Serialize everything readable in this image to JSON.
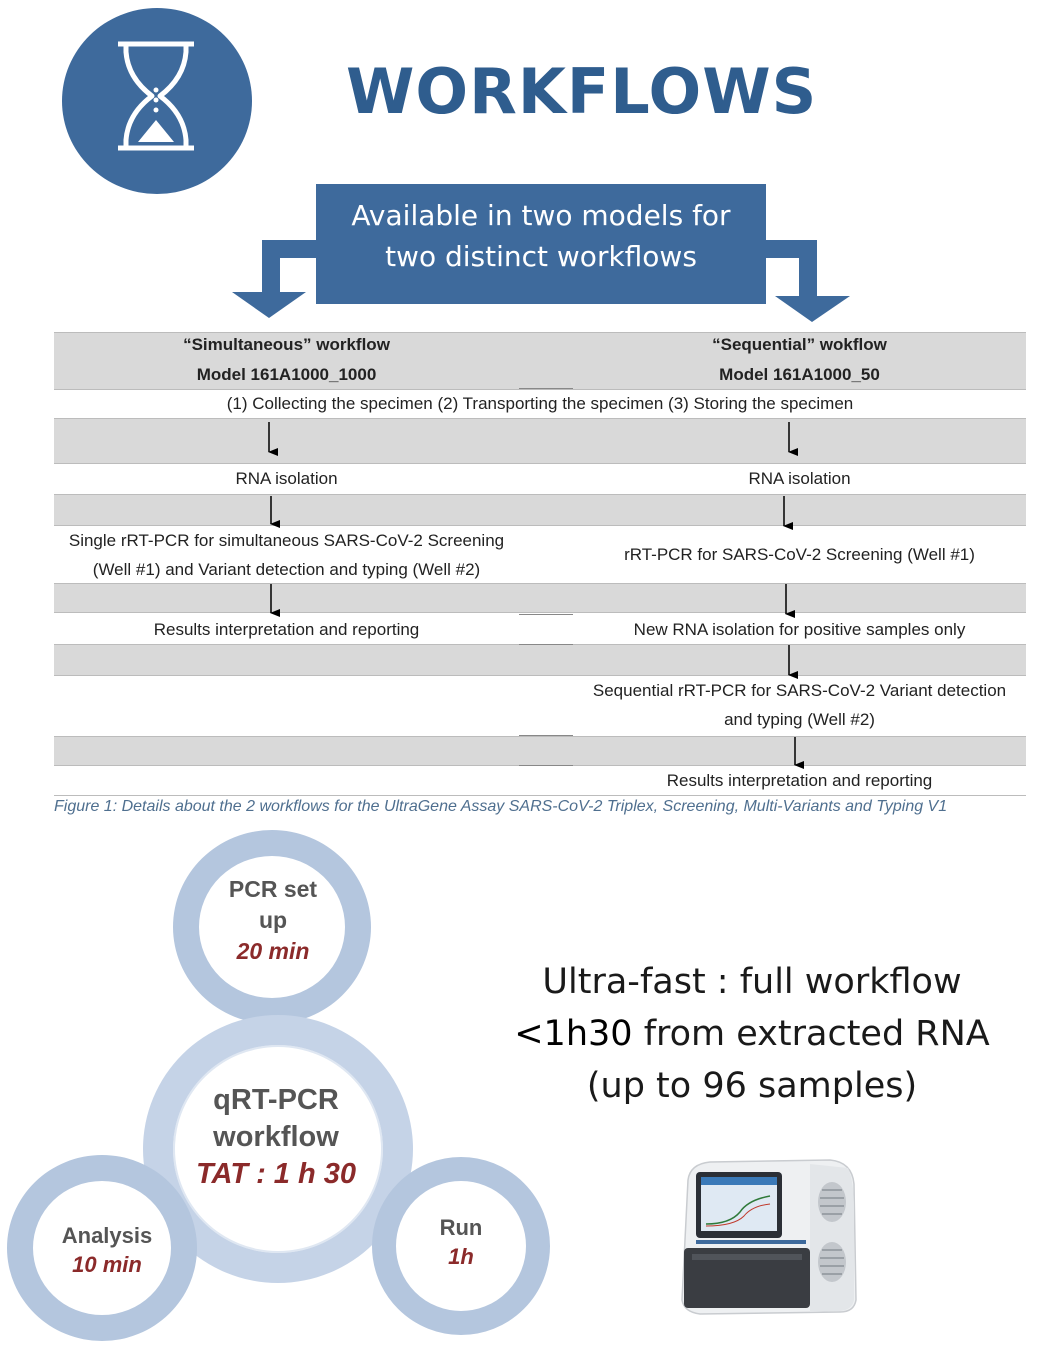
{
  "header": {
    "title": "WORKFLOWS",
    "icon": "hourglass-icon",
    "accent_color": "#3e6a9c"
  },
  "banner": {
    "line1": "Available in two models for",
    "line2": "two distinct workflows"
  },
  "workflow_table": {
    "left_header": {
      "line1": "“Simultaneous” workflow",
      "line2": "Model 161A1000_1000"
    },
    "right_header": {
      "line1": "“Sequential” wokflow",
      "line2": "Model 161A1000_50"
    },
    "shared_step": "(1)   Collecting the specimen (2) Transporting the specimen  (3) Storing the specimen",
    "left_steps": [
      "RNA isolation",
      "Single rRT-PCR for simultaneous SARS-CoV-2 Screening",
      "(Well #1) and Variant detection and typing (Well #2)",
      "Results interpretation and reporting"
    ],
    "right_steps": [
      "RNA isolation",
      "rRT-PCR for SARS-CoV-2 Screening (Well #1)",
      "New RNA isolation for positive samples only",
      "Sequential rRT-PCR for SARS-CoV-2 Variant detection",
      "and typing (Well #2)",
      "Results interpretation and reporting"
    ],
    "caption": "Figure 1: Details about the 2 workflows for the UltraGene Assay SARS-CoV-2 Triplex, Screening, Multi-Variants and Typing V1"
  },
  "circles": {
    "pcr_setup": {
      "line1": "PCR set",
      "line2": "up",
      "time": "20 min"
    },
    "center": {
      "line1": "qRT-PCR",
      "line2": "workflow",
      "time": "TAT : 1 h 30"
    },
    "analysis": {
      "label": "Analysis",
      "time": "10 min"
    },
    "run": {
      "label": "Run",
      "time": "1h"
    }
  },
  "ultra": {
    "line1": "Ultra-fast : full workflow",
    "line2_strong": "<1h30",
    "line2_rest": " from extracted RNA",
    "line3": "(up to 96 samples)"
  },
  "device": {
    "icon": "qpcr-instrument-icon"
  }
}
